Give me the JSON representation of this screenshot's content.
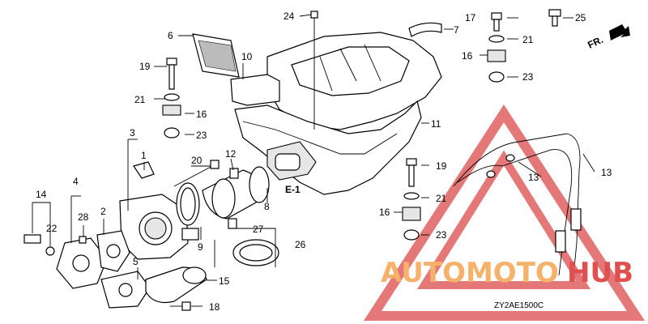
{
  "diagram": {
    "callouts": [
      "24",
      "7",
      "17",
      "25",
      "6",
      "10",
      "21",
      "19",
      "16",
      "23",
      "21",
      "16",
      "23",
      "3",
      "1",
      "11",
      "20",
      "12",
      "19",
      "13",
      "13",
      "14",
      "4",
      "22",
      "28",
      "2",
      "E-1",
      "8",
      "21",
      "16",
      "23",
      "27",
      "9",
      "26",
      "5",
      "15",
      "18"
    ],
    "direction_label": "FR.",
    "drawing_code": "ZY2AE1500C"
  },
  "watermark": {
    "text_part1": "AUTOMOTO",
    "text_part2": "HUB",
    "color_part1": "#f6b26b",
    "color_part2": "#e05050",
    "triangle_color": "#e06060"
  }
}
